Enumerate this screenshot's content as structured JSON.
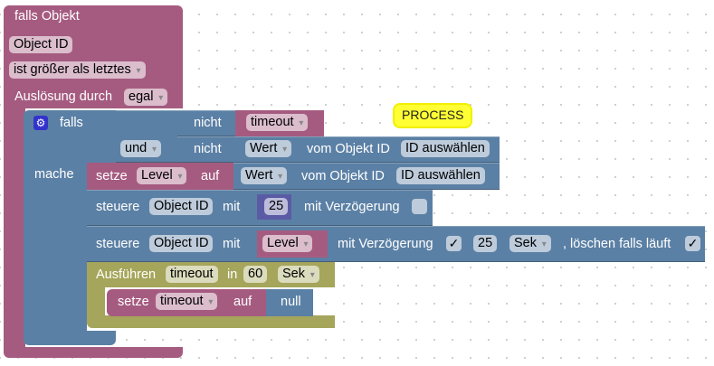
{
  "trigger": {
    "title": "falls Objekt",
    "object_id": "Object ID",
    "condition": "ist größer als letztes",
    "trigger_label": "Auslösung durch",
    "trigger_value": "egal"
  },
  "if_block": {
    "falls_label": "falls",
    "mache_label": "mache",
    "logic_op": "und",
    "not1_label": "nicht",
    "not1_var": "timeout",
    "not2_label": "nicht",
    "not2_value_label": "Wert",
    "not2_from_label": "vom Objekt ID",
    "not2_id_placeholder": "ID auswählen"
  },
  "comment": "PROCESS",
  "set_level": {
    "setze_label": "setze",
    "var": "Level",
    "auf_label": "auf",
    "value_label": "Wert",
    "from_label": "vom Objekt ID",
    "id_placeholder": "ID auswählen"
  },
  "control1": {
    "steuere_label": "steuere",
    "object_id": "Object ID",
    "mit_label": "mit",
    "value": "25",
    "delay_label": "mit Verzögerung",
    "delay_checked": false
  },
  "control2": {
    "steuere_label": "steuere",
    "object_id": "Object ID",
    "mit_label": "mit",
    "var": "Level",
    "delay_label": "mit Verzögerung",
    "delay_checked": true,
    "delay_check_glyph": "✓",
    "delay_value": "25",
    "delay_unit": "Sek",
    "clear_label": ", löschen falls läuft",
    "clear_checked": true,
    "clear_check_glyph": "✓"
  },
  "timeout_block": {
    "run_label": "Ausführen",
    "name": "timeout",
    "in_label": "in",
    "value": "60",
    "unit": "Sek",
    "set_label": "setze",
    "set_var": "timeout",
    "auf_label": "auf",
    "null_label": "null"
  },
  "colors": {
    "event_block": "#a55b80",
    "logic_block": "#5b80a5",
    "timer_block": "#a5a55b",
    "math_block": "#5b5ba5",
    "comment": "#ffff33"
  }
}
